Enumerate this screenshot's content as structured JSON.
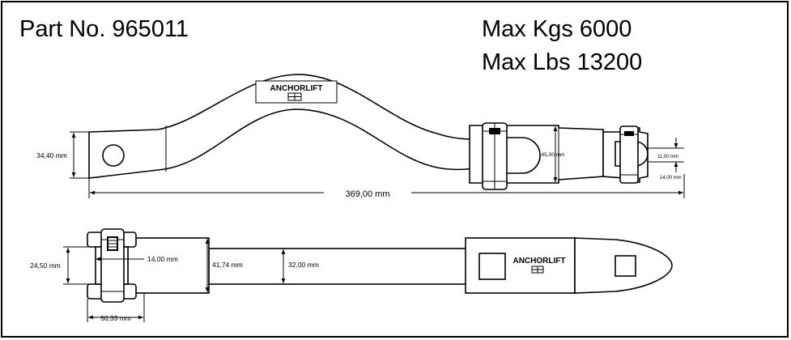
{
  "header": {
    "part_no": "Part No. 965011",
    "max_kgs": "Max Kgs 6000",
    "max_lbs": "Max Lbs 13200"
  },
  "brand": {
    "logo_text": "ANCHORLIFT"
  },
  "dimensions": {
    "total_length": "369,00 mm",
    "left_end_height": "34,40 mm",
    "mid_height": "45,00 mm",
    "pin_diameter": "11,00 mm",
    "end_width": "14,00 mm",
    "clevis_height": "24,50 mm",
    "clevis_gap": "14,00 mm",
    "body_width": "41,74 mm",
    "bar_width": "32,00 mm",
    "clevis_length": "50,33 mm"
  }
}
